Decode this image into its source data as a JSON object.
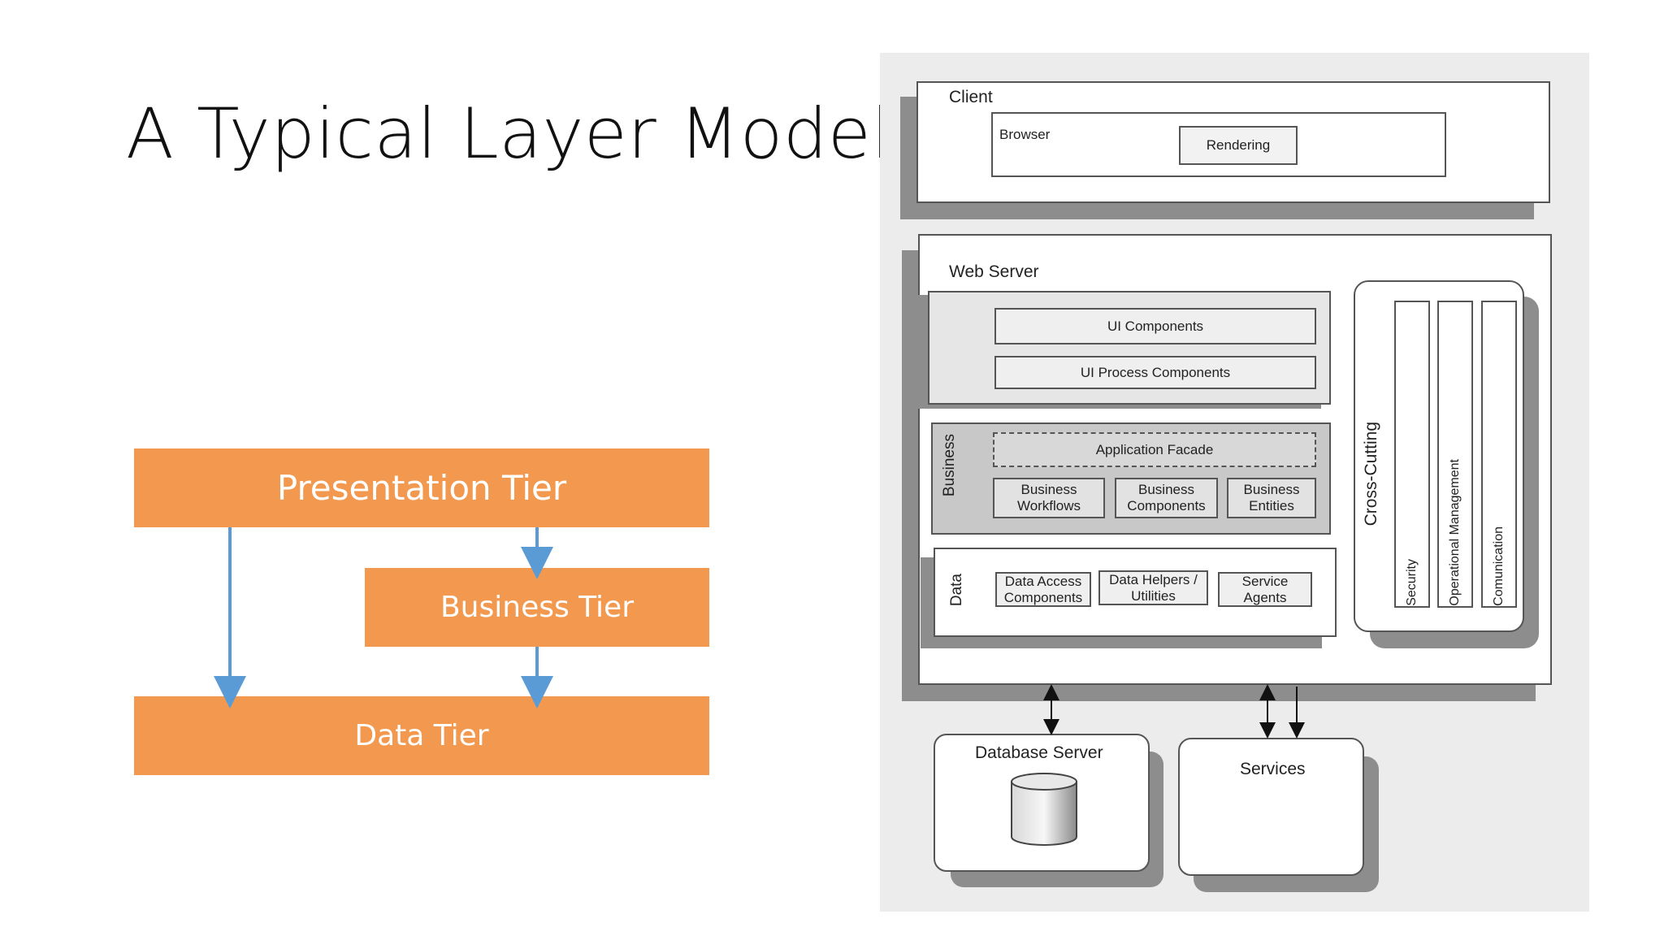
{
  "slide": {
    "title": "A Typical Layer Model"
  },
  "tiers": {
    "presentation": "Presentation Tier",
    "business": "Business Tier",
    "data": "Data Tier"
  },
  "diagram": {
    "client": {
      "label": "Client",
      "browser": "Browser",
      "rendering": "Rendering"
    },
    "web_server": {
      "label": "Web Server",
      "ui_components": "UI Components",
      "ui_process_components": "UI Process Components",
      "business_label": "Business",
      "application_facade": "Application Facade",
      "business_workflows": [
        "Business",
        "Workflows"
      ],
      "business_components": [
        "Business",
        "Components"
      ],
      "business_entities": [
        "Business",
        "Entities"
      ],
      "data_label": "Data",
      "data_access_components": [
        "Data Access",
        "Components"
      ],
      "data_helpers_utilities": [
        "Data Helpers /",
        "Utilities"
      ],
      "service_agents": [
        "Service",
        "Agents"
      ],
      "cross_cutting_label": "Cross-Cutting",
      "security": "Security",
      "operational_management": "Operational Management",
      "communication": "Comunication"
    },
    "database_server": "Database Server",
    "services": "Services"
  },
  "colors": {
    "tier_fill": "#f2994f",
    "arrow": "#5b9bd5"
  }
}
